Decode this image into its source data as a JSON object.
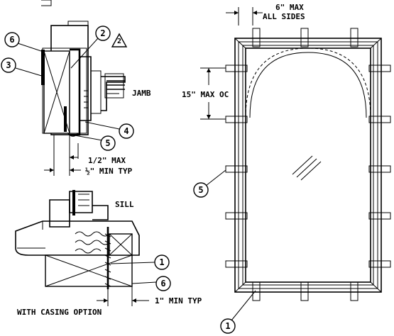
{
  "callouts": {
    "c1_sill": "1",
    "c1_frame": "1",
    "c2": "2",
    "c2_tri": "2",
    "c3": "3",
    "c4": "4",
    "c5_jamb": "5",
    "c5_frame": "5",
    "c6_top": "6",
    "c6_sill": "6"
  },
  "labels": {
    "max_all_sides_line1": "6\" MAX",
    "max_all_sides_line2": "ALL SIDES",
    "max_oc": "15\" MAX OC",
    "jamb": "JAMB",
    "half_max": "1/2\" MAX",
    "half_min_typ": "½\" MIN TYP",
    "sill": "SILL",
    "one_min_typ": "1\" MIN TYP",
    "with_casing": "WITH CASING OPTION"
  }
}
